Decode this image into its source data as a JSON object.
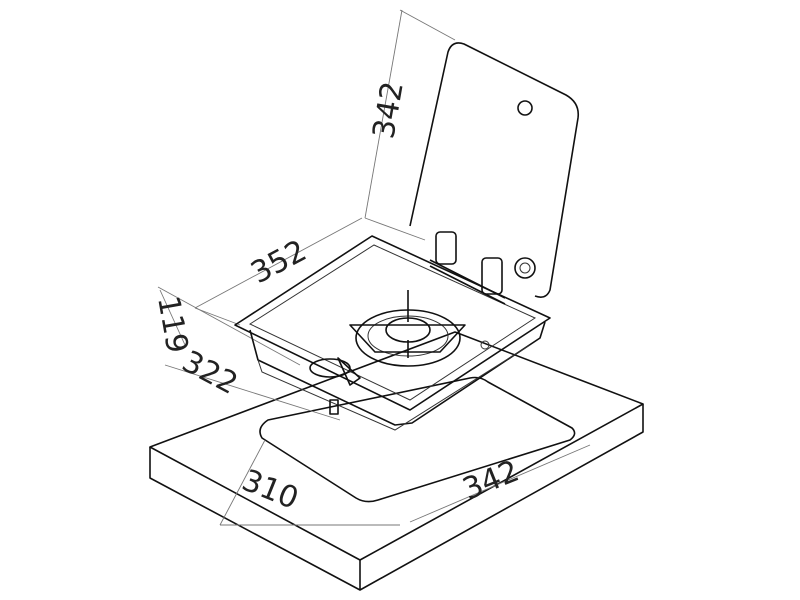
{
  "title": "Single-burner gas hob with glass lid – dimension drawing",
  "dimensions": {
    "lid_height": "342",
    "hob_width": "352",
    "hob_depth_offset": "119",
    "hob_depth": "322",
    "cutout_depth": "310",
    "cutout_width": "342"
  }
}
